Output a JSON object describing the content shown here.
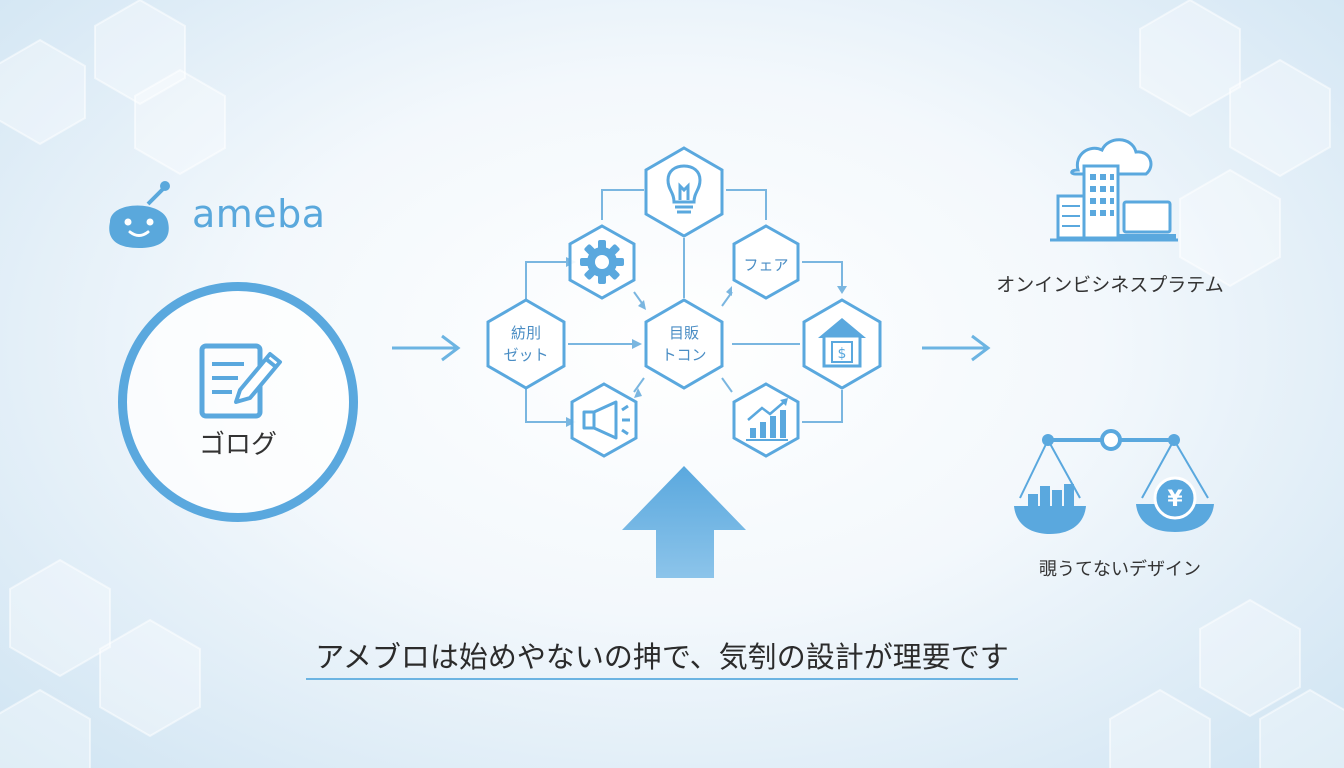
{
  "brand": {
    "name": "ameba"
  },
  "blog": {
    "label": "ゴログ"
  },
  "nodes": {
    "left": {
      "line1": "紡刖",
      "line2": "ゼット"
    },
    "center": {
      "line1": "目販",
      "line2": "トコン"
    },
    "top_right": {
      "label": "フェア"
    }
  },
  "outputs": {
    "platform": {
      "label": "オンインビシネスプラテム"
    },
    "design": {
      "label": "覗うてないデザイン"
    }
  },
  "caption": "アメブロは始めやないの抻で、気刳の設計が理要です",
  "colors": {
    "accent": "#5aa8de",
    "line": "#7ab6e0",
    "text": "#333333"
  },
  "icons": [
    "ameba-mascot-icon",
    "blog-edit-icon",
    "lightbulb-icon",
    "gear-icon",
    "house-dollar-icon",
    "megaphone-icon",
    "growth-chart-icon",
    "arrow-right-icon",
    "arrow-up-icon",
    "cloud-building-laptop-icon",
    "scale-icon"
  ]
}
